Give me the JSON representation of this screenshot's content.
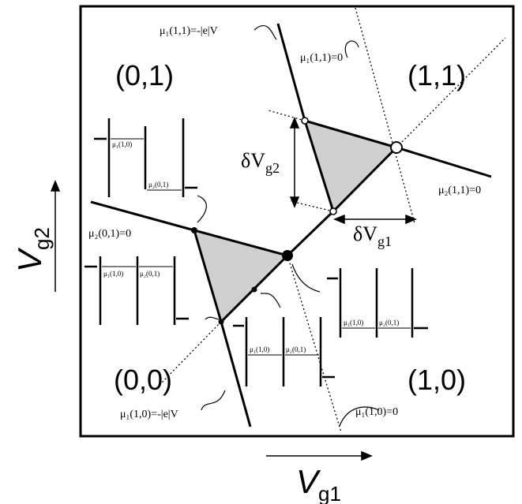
{
  "regions": {
    "r01": "(0,1)",
    "r11": "(1,1)",
    "r00": "(0,0)",
    "r10": "(1,0)"
  },
  "lines": {
    "mu1_11_eV": "μ₁(1,1)=-|e|V",
    "mu1_11_0": "μ₁(1,1)=0",
    "mu2_11_0": "μ₂(1,1)=0",
    "mu2_01_0": "μ₂(0,1)=0",
    "mu1_10_eV": "μ₁(1,0)=-|e|V",
    "mu1_10_0": "μ₁(1,0)=0"
  },
  "deltas": {
    "dvg2": "δV",
    "dvg2_sub": "g2",
    "dvg1": "δV",
    "dvg1_sub": "g1"
  },
  "axes": {
    "x_main": "V",
    "x_sub": "g1",
    "y_main": "V",
    "y_sub": "g2"
  },
  "level_diagrams": {
    "mu1_10": "μ₁(1,0)",
    "mu2_01": "μ₂(0,1)"
  }
}
